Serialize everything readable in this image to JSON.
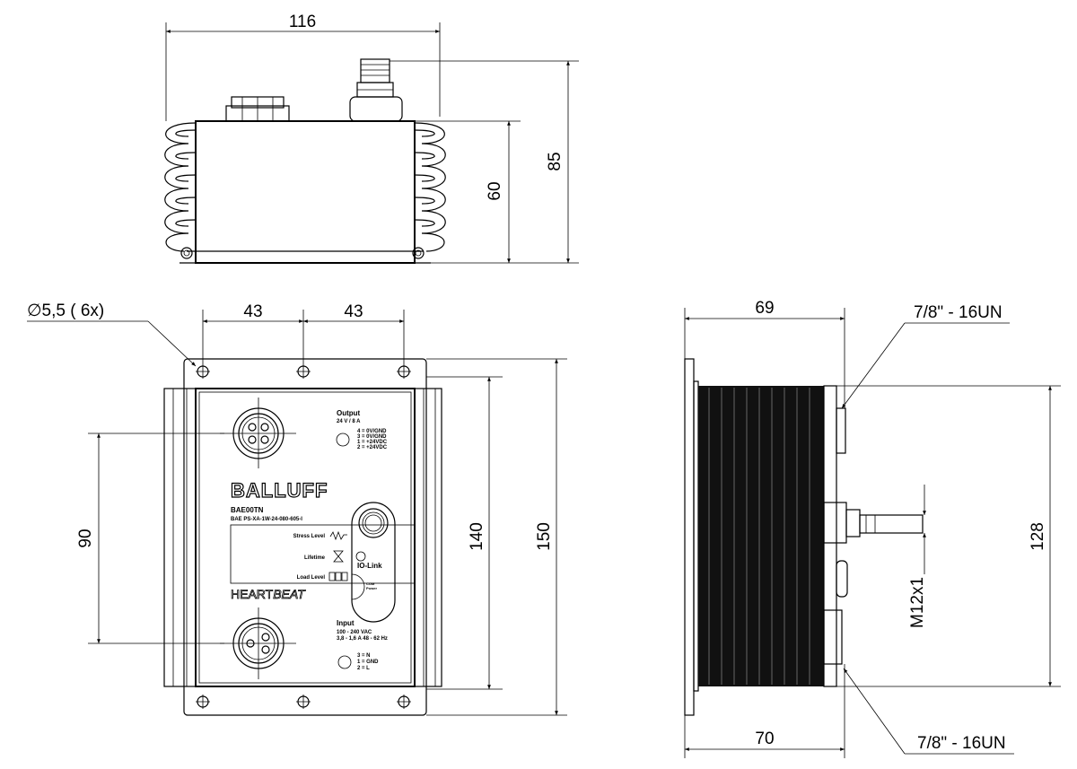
{
  "title": "BAE00TN power supply dimension drawing",
  "top_view": {
    "width": "116",
    "height_body": "60",
    "height_total": "85"
  },
  "front_view": {
    "hole_note": "∅5,5  ( 6x)",
    "hole_spacing_left": "43",
    "hole_spacing_right": "43",
    "connector_spacing": "90",
    "body_height": "140",
    "plate_height": "150",
    "label": {
      "output_title": "Output",
      "output_rating": "24 V / 8 A",
      "output_pins": [
        "4 = 0V/GND",
        "3 = 0V/GND",
        "1 = +24VDC",
        "2 = +24VDC"
      ],
      "brand": "BALLUFF",
      "model": "BAE00TN",
      "part_number": "BAE PS-XA-1W-24-080-605-I",
      "stress_level": "Stress Level",
      "lifetime": "Lifetime",
      "load_level": "Load Level",
      "io_link": "IO-Link",
      "com": "COM",
      "power": "Power",
      "heartbeat_a": "HEART",
      "heartbeat_b": "BEAT",
      "input_title": "Input",
      "input_voltage": "100 - 240 VAC",
      "input_current": "3,8 - 1,6 A  48 - 62 Hz",
      "input_pins": [
        "3 = N",
        "1 = GND",
        "2 = L"
      ]
    }
  },
  "side_view": {
    "depth_top": "69",
    "depth_bottom": "70",
    "height": "128",
    "thread_top": "7/8\" - 16UN",
    "thread_bottom": "7/8\" - 16UN",
    "m12": "M12x1"
  }
}
